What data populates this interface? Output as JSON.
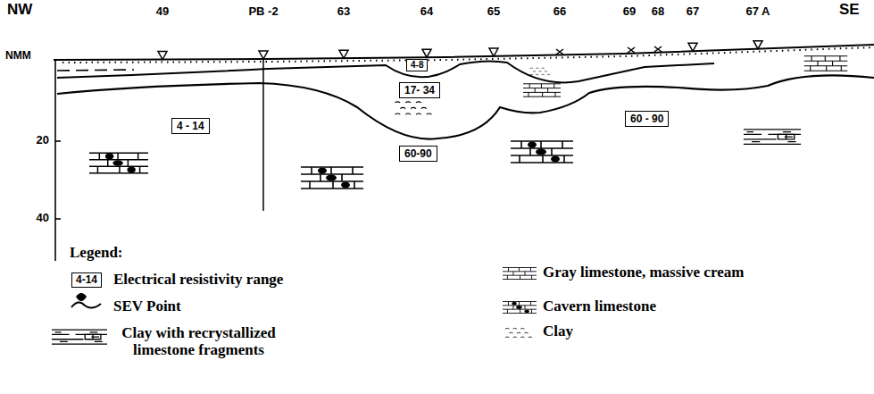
{
  "diagram": {
    "nodes": [
      {
        "text": [
          "4 - 14"
        ]
      },
      {
        "text": [
          "4-8"
        ]
      },
      {
        "text": [
          "17- 34"
        ]
      },
      {
        "text": [
          "60-90"
        ]
      },
      {
        "text": [
          "60 - 90"
        ]
      }
    ],
    "labels": [
      "NW",
      "SE",
      "NMM",
      "49",
      "PB -2",
      "63",
      "64",
      "65",
      "66",
      "69",
      "68",
      "67",
      "67 A",
      "20",
      "40",
      "Legend:",
      "4-14"
    ],
    "legend": [
      {
        "text": "Electrical resistivity range"
      },
      {
        "text": "SEV Point"
      },
      {
        "text": "Clay with recrystallized limestone fragments"
      },
      {
        "text": "Gray limestone, massive cream"
      },
      {
        "text": "Cavern limestone"
      },
      {
        "text": "Clay"
      }
    ]
  }
}
